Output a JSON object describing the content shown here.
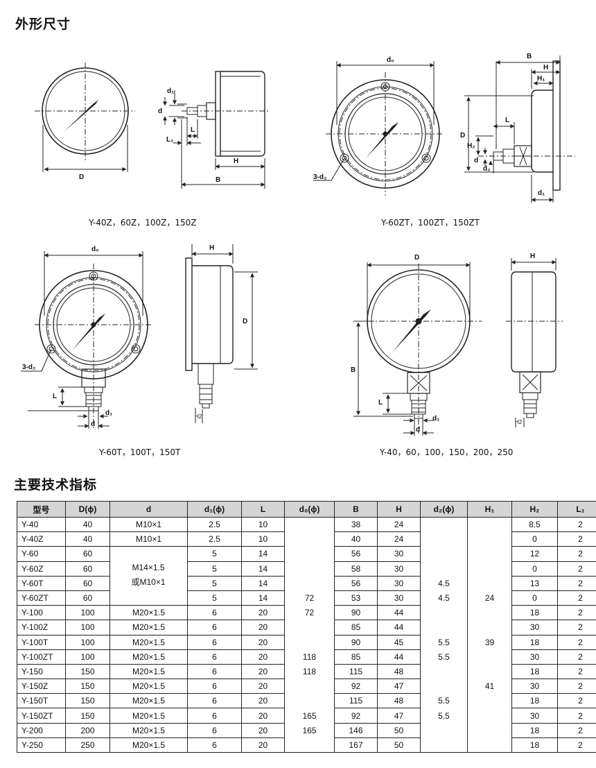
{
  "section1_title": "外形尺寸",
  "section2_title": "主要技术指标",
  "captions": {
    "fig1": "Y-40Z，60Z，100Z，150Z",
    "fig2": "Y-60ZT，100ZT，150ZT",
    "fig3": "Y-60T，100T，150T",
    "fig4": "Y-40，60，100，150，200，250"
  },
  "dims": {
    "D": "D",
    "d": "d",
    "d1": "d₁",
    "d0": "d₀",
    "H": "H",
    "B": "B",
    "L": "L",
    "L1": "L₁",
    "H1": "H₁",
    "H2": "H₂",
    "H2small": "H2",
    "d2": "d₂",
    "d3": "3-d₂"
  },
  "table": {
    "headers": [
      "型号",
      "D(ϕ)",
      "d",
      "d₁(ϕ)",
      "L",
      "d₀(ϕ)",
      "B",
      "H",
      "d₂(ϕ)",
      "H₁",
      "H₂",
      "L₁"
    ],
    "rows": [
      [
        "Y-40",
        "40",
        "M10×1",
        "2.5",
        "10",
        "",
        "38",
        "24",
        "",
        "",
        "8.5",
        "2"
      ],
      [
        "Y-40Z",
        "40",
        "M10×1",
        "2.5",
        "10",
        "",
        "40",
        "24",
        "",
        "",
        "0",
        "2"
      ],
      [
        "Y-60",
        "60",
        "",
        "5",
        "14",
        "",
        "56",
        "30",
        "",
        "",
        "12",
        "2"
      ],
      [
        "Y-60Z",
        "60",
        "",
        "5",
        "14",
        "",
        "58",
        "30",
        "",
        "",
        "0",
        "2"
      ],
      [
        "Y-60T",
        "60",
        "",
        "5",
        "14",
        "",
        "56",
        "30",
        "4.5",
        "",
        "13",
        "2"
      ],
      [
        "Y-60ZT",
        "60",
        "",
        "5",
        "14",
        "72",
        "53",
        "30",
        "4.5",
        "24",
        "0",
        "2"
      ],
      [
        "Y-100",
        "100",
        "M20×1.5",
        "6",
        "20",
        "72",
        "90",
        "44",
        "",
        "",
        "18",
        "2"
      ],
      [
        "Y-100Z",
        "100",
        "M20×1.5",
        "6",
        "20",
        "",
        "85",
        "44",
        "",
        "",
        "30",
        "2"
      ],
      [
        "Y-100T",
        "100",
        "M20×1.5",
        "6",
        "20",
        "",
        "90",
        "45",
        "5.5",
        "39",
        "18",
        "2"
      ],
      [
        "Y-100ZT",
        "100",
        "M20×1.5",
        "6",
        "20",
        "118",
        "85",
        "44",
        "5.5",
        "",
        "30",
        "2"
      ],
      [
        "Y-150",
        "150",
        "M20×1.5",
        "6",
        "20",
        "118",
        "115",
        "48",
        "",
        "",
        "18",
        "2"
      ],
      [
        "Y-150Z",
        "150",
        "M20×1.5",
        "6",
        "20",
        "",
        "92",
        "47",
        "",
        "41",
        "30",
        "2"
      ],
      [
        "Y-150T",
        "150",
        "M20×1.5",
        "6",
        "20",
        "",
        "115",
        "48",
        "5.5",
        "",
        "18",
        "2"
      ],
      [
        "Y-150ZT",
        "150",
        "M20×1.5",
        "6",
        "20",
        "165",
        "92",
        "47",
        "5.5",
        "",
        "30",
        "2"
      ],
      [
        "Y-200",
        "200",
        "M20×1.5",
        "6",
        "20",
        "165",
        "146",
        "50",
        "",
        "",
        "18",
        "2"
      ],
      [
        "Y-250",
        "250",
        "M20×1.5",
        "6",
        "20",
        "",
        "167",
        "50",
        "",
        "",
        "18",
        "2"
      ]
    ],
    "merged_d_line1": "M14×1.5",
    "merged_d_line2": "或M10×1"
  }
}
